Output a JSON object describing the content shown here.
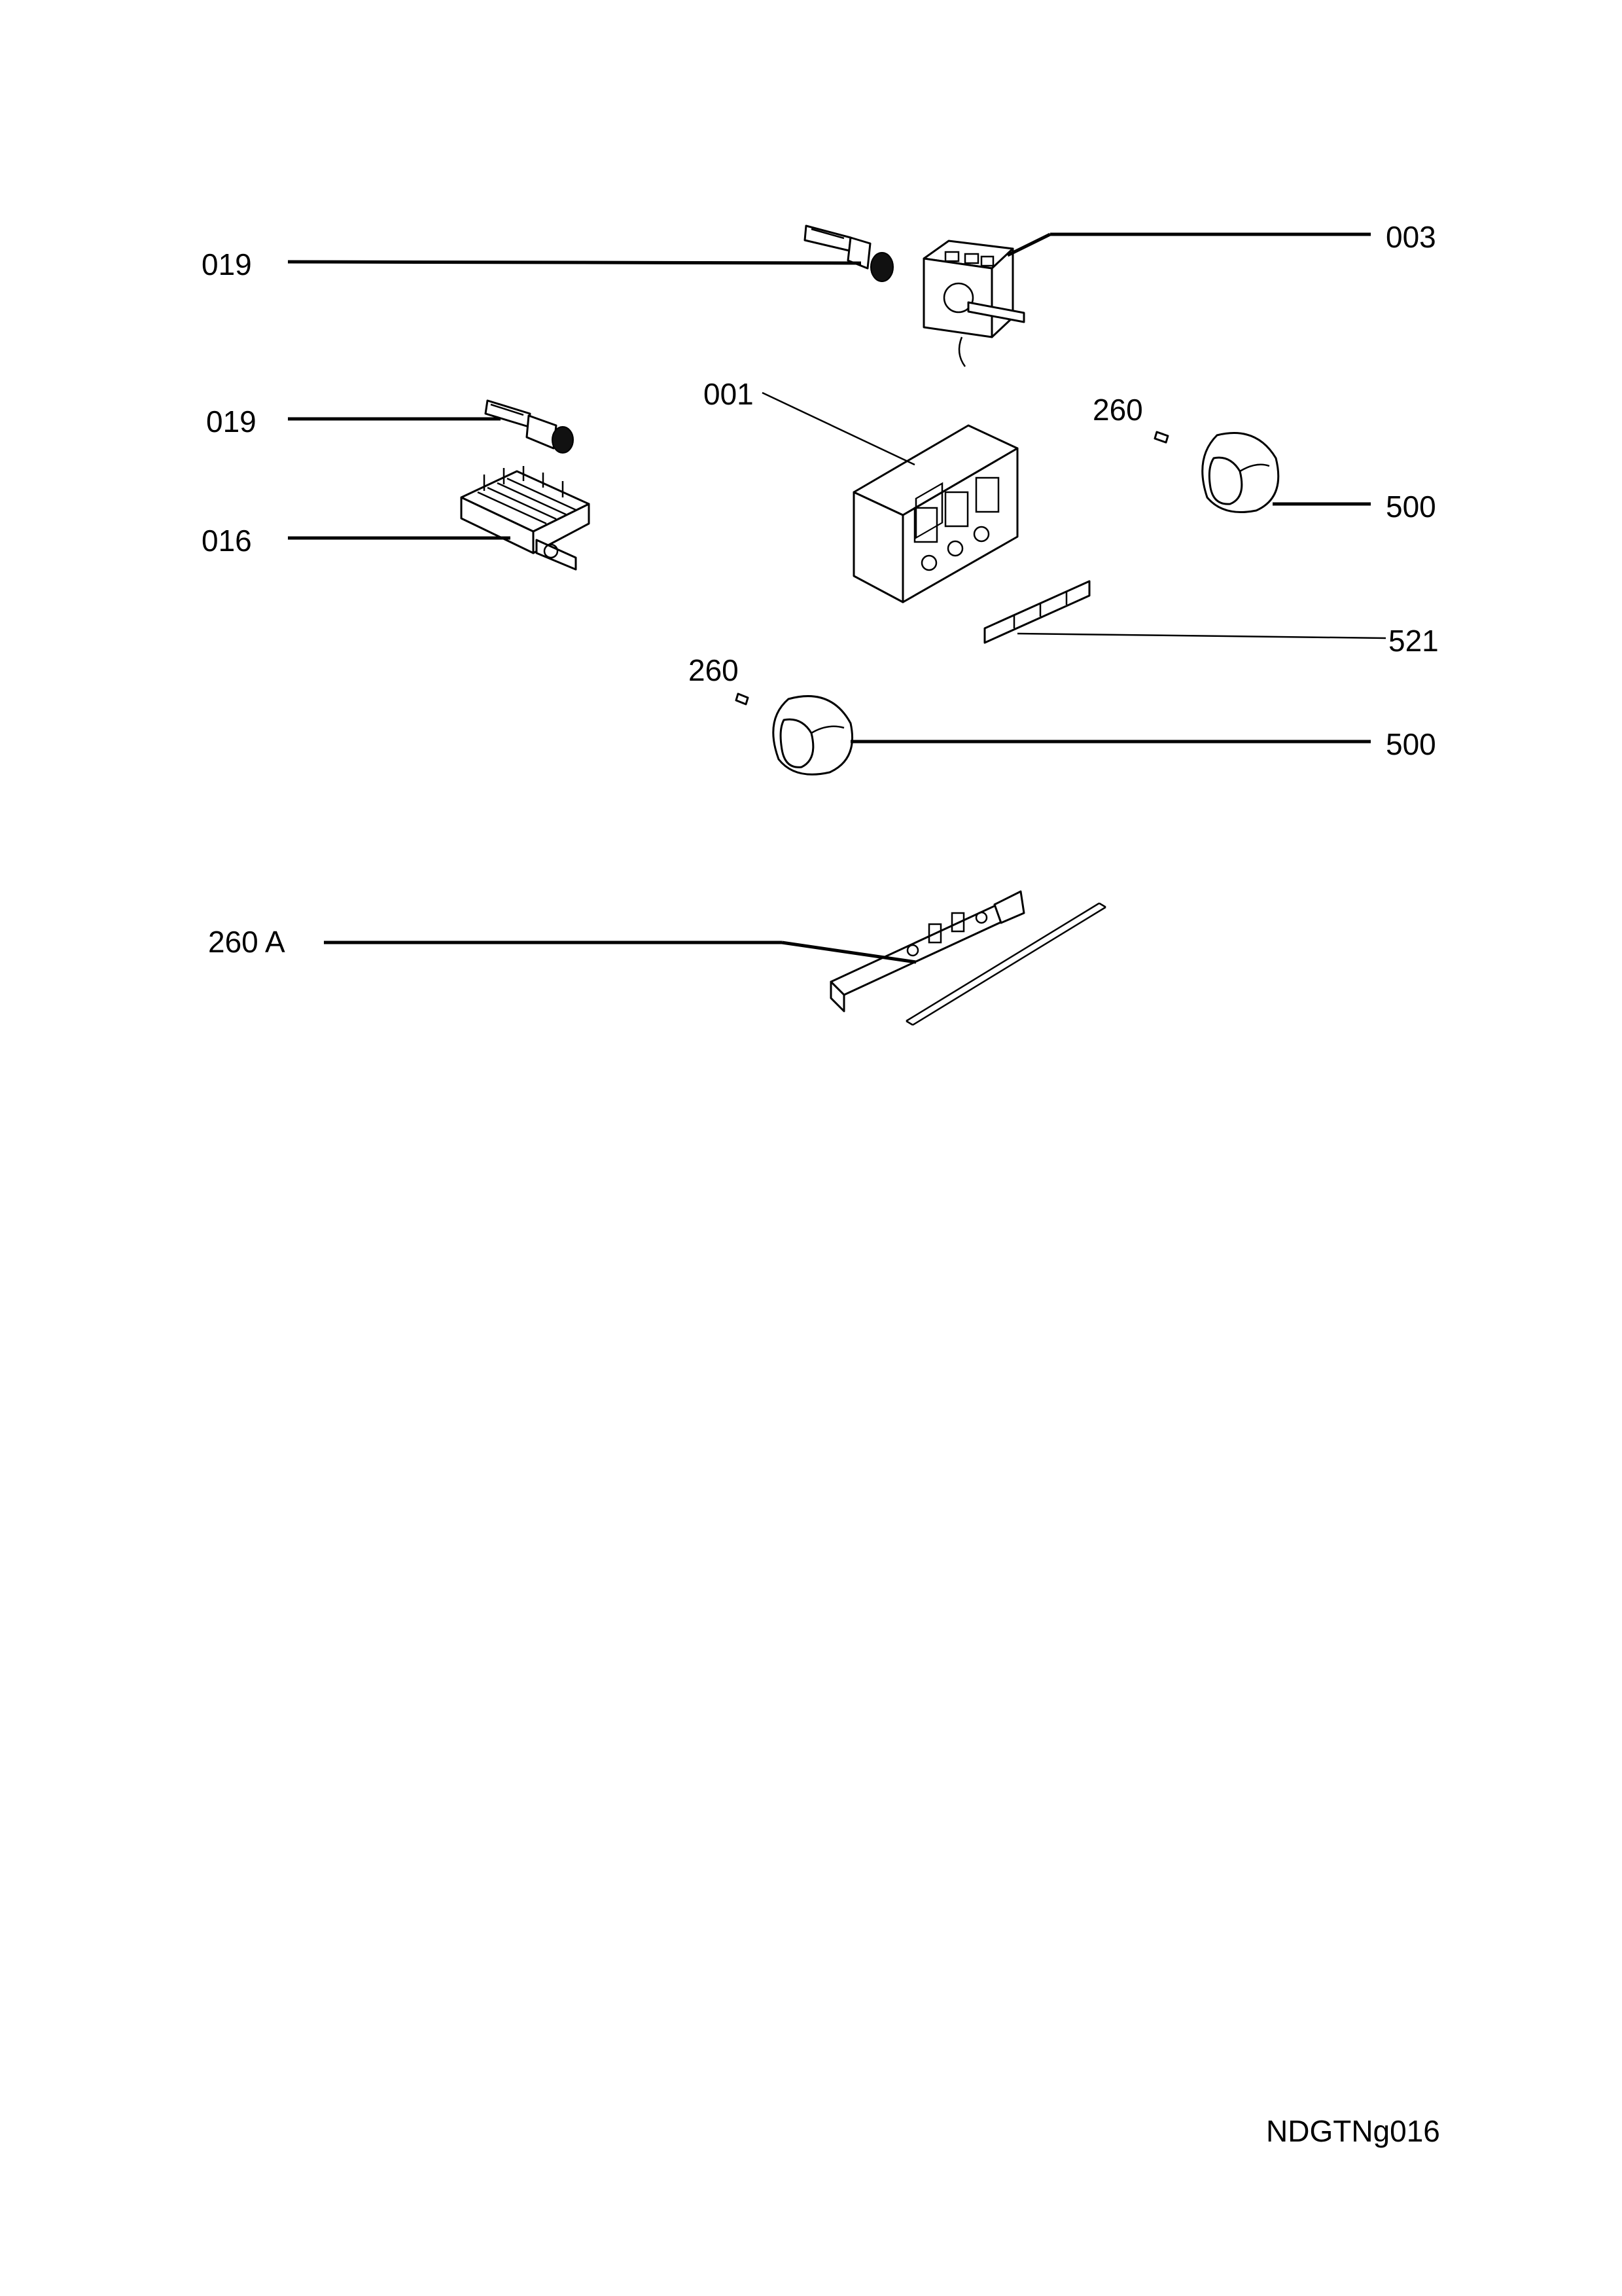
{
  "labels": {
    "l019a": "019",
    "l019b": "019",
    "l016": "016",
    "l003": "003",
    "l001": "001",
    "l260a": "260",
    "l260b": "260",
    "l500a": "500",
    "l500b": "500",
    "l521": "521",
    "l260A": "260 A"
  },
  "footer": {
    "code": "NDGTNg016"
  }
}
